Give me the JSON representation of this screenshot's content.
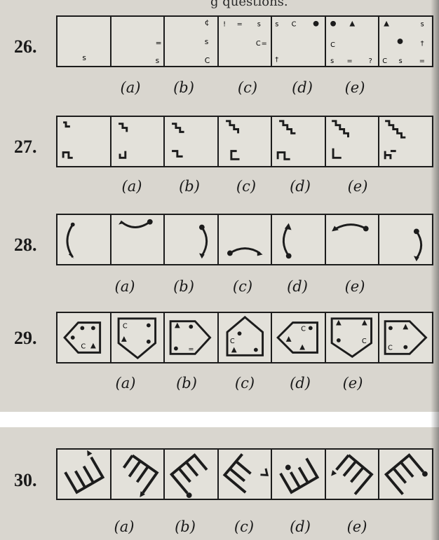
{
  "header_fragment": "g questions.",
  "questions": [
    {
      "number": "26.",
      "options": [
        "(a)",
        "(b)",
        "(c)",
        "(d)",
        "(e)"
      ]
    },
    {
      "number": "27.",
      "options": [
        "(a)",
        "(b)",
        "(c)",
        "(d)",
        "(e)"
      ]
    },
    {
      "number": "28.",
      "options": [
        "(a)",
        "(b)",
        "(c)",
        "(d)",
        "(e)"
      ]
    },
    {
      "number": "29.",
      "options": [
        "(a)",
        "(b)",
        "(c)",
        "(d)",
        "(e)"
      ]
    },
    {
      "number": "30.",
      "options": [
        "(a)",
        "(b)",
        "(c)",
        "(d)",
        "(e)"
      ]
    }
  ]
}
